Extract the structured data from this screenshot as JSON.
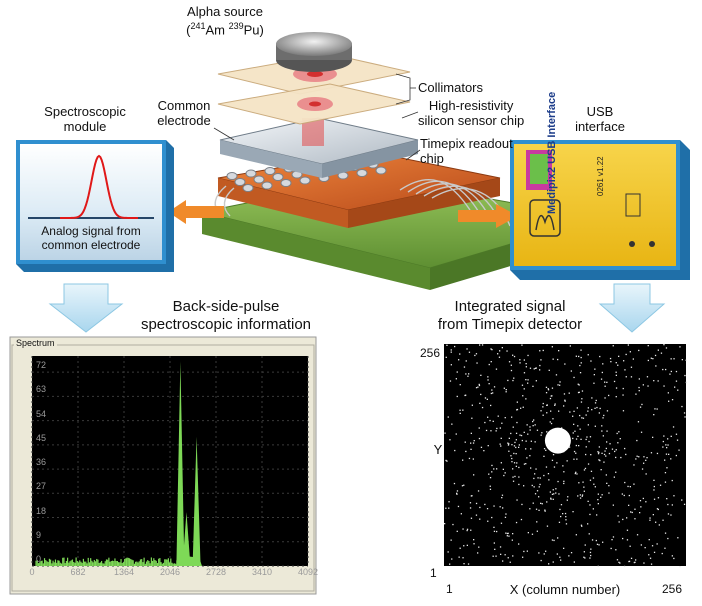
{
  "labels": {
    "alpha_source": "Alpha source",
    "alpha_isotopes_am": "241",
    "alpha_isotopes_am_sym": "Am",
    "alpha_isotopes_pu": "239",
    "alpha_isotopes_pu_sym": "Pu",
    "collimators": "Collimators",
    "sensor_line1": "High-resistivity",
    "sensor_line2": "silicon sensor chip",
    "readout_line1": "Timepix readout",
    "readout_line2": "chip",
    "common_line1": "Common",
    "common_line2": "electrode",
    "spectro_line1": "Spectroscopic",
    "spectro_line2": "module",
    "analog_line1": "Analog signal from",
    "analog_line2": "common electrode",
    "usb_line1": "USB",
    "usb_line2": "interface",
    "usb_board_title": "Medipix2 USB Interface",
    "usb_serial": "0261  v1.22",
    "backside_line1": "Back-side-pulse",
    "backside_line2": "spectroscopic information",
    "integrated_line1": "Integrated signal",
    "integrated_line2": "from Timepix detector"
  },
  "colors": {
    "cyan_arrow": "#cde9f6",
    "orange_arrow": "#f08a2a",
    "green_pcb": "#7fb24a",
    "copper": "#d9652a",
    "spectro_bg": "#2f8fcf",
    "usb_bg": "#f2c21e",
    "spectrum_line": "#7ed957"
  },
  "chart_data": [
    {
      "type": "bar",
      "title": "Spectrum",
      "xlabel": "",
      "ylabel": "",
      "x_ticks": [
        "0",
        "682",
        "1364",
        "2046",
        "2728",
        "3410",
        "4092"
      ],
      "y_ticks": [
        "0",
        "9",
        "18",
        "27",
        "36",
        "45",
        "54",
        "63",
        "72"
      ],
      "xlim": [
        0,
        4092
      ],
      "ylim": [
        0,
        78
      ],
      "peaks": [
        {
          "x": 2200,
          "y": 76
        },
        {
          "x": 2290,
          "y": 20
        },
        {
          "x": 2440,
          "y": 48
        }
      ],
      "baseline_level": 2
    },
    {
      "type": "heatmap",
      "title": "",
      "xlabel": "X (column number)",
      "ylabel": "Y",
      "x_ticks": [
        "1",
        "256"
      ],
      "y_ticks": [
        "1",
        "256"
      ],
      "xlim": [
        1,
        256
      ],
      "ylim": [
        1,
        256
      ],
      "hotspot": {
        "x": 121,
        "y": 145
      }
    }
  ]
}
